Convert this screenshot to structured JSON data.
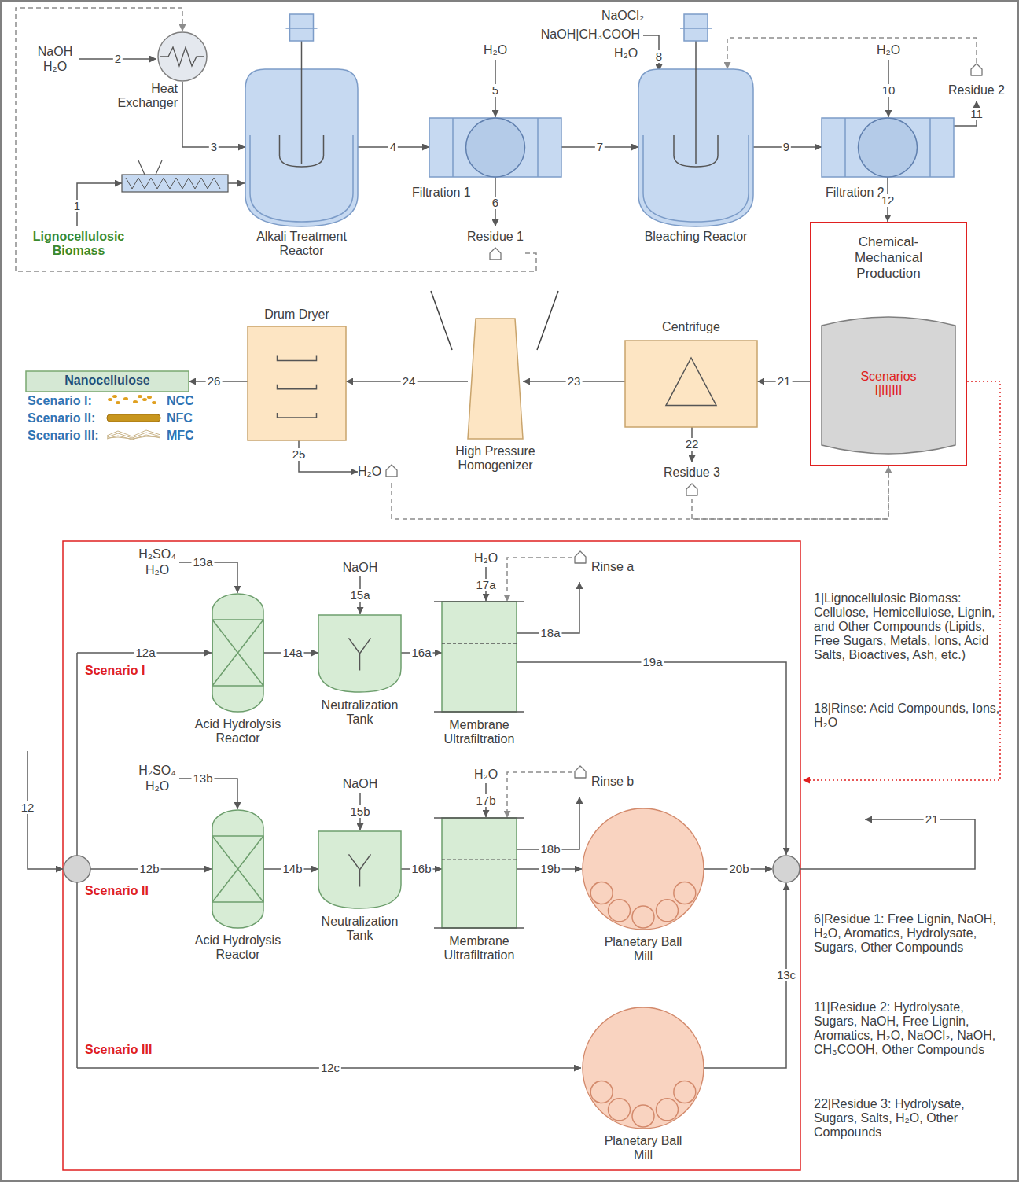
{
  "diagram": {
    "nodes": [
      {
        "text": [
          "Heat Exchanger"
        ]
      },
      {
        "text": [
          "Alkali Treatment Reactor"
        ]
      },
      {
        "text": [
          "Filtration 1"
        ]
      },
      {
        "text": [
          "Residue 1"
        ]
      },
      {
        "text": [
          "Bleaching Reactor"
        ]
      },
      {
        "text": [
          "Filtration 2"
        ]
      },
      {
        "text": [
          "Residue 2"
        ]
      },
      {
        "text": [
          "Chemical- Mechanical Production"
        ]
      },
      {
        "text": [
          "Scenarios I|II|III"
        ],
        "in": 7
      },
      {
        "text": [
          "Centrifuge"
        ]
      },
      {
        "text": [
          "Residue 3"
        ]
      },
      {
        "text": [
          "High Pressure Homogenizer"
        ]
      },
      {
        "text": [
          "Drum Dryer"
        ]
      },
      {
        "text": [
          "H₂O"
        ]
      },
      {
        "text": [
          "Nanocellulose"
        ]
      },
      {
        "text": [
          "Acid Hydrolysis Reactor"
        ]
      },
      {
        "text": [
          "Neutralization Tank"
        ]
      },
      {
        "text": [
          "Membrane Ultrafiltration"
        ]
      },
      {
        "text": [
          "Rinse a"
        ]
      },
      {
        "text": [
          "Acid Hydrolysis Reactor"
        ]
      },
      {
        "text": [
          "Neutralization Tank"
        ]
      },
      {
        "text": [
          "Membrane Ultrafiltration"
        ]
      },
      {
        "text": [
          "Rinse b"
        ]
      },
      {
        "text": [
          "Planetary Ball Mill"
        ]
      },
      {
        "text": [
          "Planetary Ball Mill"
        ]
      }
    ],
    "edges": [
      {
        "from": 0,
        "to": 1,
        "arrow": "to",
        "label": "3"
      },
      {
        "from": 1,
        "to": 2,
        "arrow": "to",
        "label": "4"
      },
      {
        "from": 2,
        "to": 3,
        "arrow": "to",
        "label": "6"
      },
      {
        "from": 2,
        "to": 4,
        "arrow": "to",
        "label": "7"
      },
      {
        "from": 4,
        "to": 5,
        "arrow": "to",
        "label": "9"
      },
      {
        "from": 5,
        "to": 6,
        "arrow": "to",
        "label": "11"
      },
      {
        "from": 5,
        "to": 7,
        "arrow": "to",
        "label": "12"
      },
      {
        "from": 7,
        "to": 9,
        "arrow": "to",
        "label": "21"
      },
      {
        "from": 9,
        "to": 10,
        "arrow": "to",
        "label": "22"
      },
      {
        "from": 9,
        "to": 11,
        "arrow": "to",
        "label": "23"
      },
      {
        "from": 11,
        "to": 12,
        "arrow": "to",
        "label": "24"
      },
      {
        "from": 12,
        "to": 14,
        "arrow": "to",
        "label": "26"
      },
      {
        "from": 12,
        "to": 13,
        "arrow": "to",
        "label": "25"
      },
      {
        "from": 3,
        "to": 0,
        "arrow": "to"
      },
      {
        "from": 6,
        "to": 4,
        "arrow": "to"
      },
      {
        "from": 10,
        "to": 7,
        "arrow": "to"
      },
      {
        "from": 13,
        "to": 7,
        "arrow": "to"
      },
      {
        "from": 15,
        "to": 16,
        "arrow": "to",
        "label": "14a"
      },
      {
        "from": 16,
        "to": 17,
        "arrow": "to",
        "label": "16a"
      },
      {
        "from": 17,
        "to": 18,
        "arrow": "to",
        "label": "18a"
      },
      {
        "from": 18,
        "to": 17,
        "arrow": "to"
      },
      {
        "from": 19,
        "to": 20,
        "arrow": "to",
        "label": "14b"
      },
      {
        "from": 20,
        "to": 21,
        "arrow": "to",
        "label": "16b"
      },
      {
        "from": 21,
        "to": 22,
        "arrow": "to",
        "label": "18b"
      },
      {
        "from": 22,
        "to": 21,
        "arrow": "to"
      },
      {
        "from": 21,
        "to": 23,
        "arrow": "to",
        "label": "19b"
      }
    ],
    "labels": [
      "NaOH",
      "H₂O",
      "2",
      "1",
      "Lignocellulosic Biomass",
      "H₂O",
      "5",
      "NaOCl₂",
      "NaOH|CH₃COOH",
      "H₂O",
      "8",
      "H₂O",
      "10",
      "Scenario I:",
      "NCC",
      "Scenario II:",
      "NFC",
      "Scenario III:",
      "MFC",
      "H₂SO₄",
      "H₂O",
      "13a",
      "NaOH",
      "15a",
      "H₂O",
      "17a",
      "12a",
      "Scenario I",
      "19a",
      "12",
      "12b",
      "Scenario II",
      "H₂SO₄",
      "H₂O",
      "13b",
      "NaOH",
      "15b",
      "H₂O",
      "17b",
      "20b",
      "21",
      "13c",
      "Scenario III",
      "12c",
      "1|Lignocellulosic Biomass: Cellulose, Hemicellulose, Lignin, and Other Compounds (Lipids, Free Sugars, Metals, Ions, Acid Salts, Bioactives, Ash, etc.)",
      "18|Rinse: Acid Compounds, Ions, H₂O",
      "6|Residue 1: Free Lignin, NaOH, H₂O, Aromatics, Hydrolysate, Sugars, Other Compounds",
      "11|Residue 2: Hydrolysate, Sugars, NaOH, Free Lignin, Aromatics, H₂O, NaOCl₂, NaOH, CH₃COOH, Other Compounds",
      "22|Residue 3: Hydrolysate, Sugars, Salts, H₂O, Other Compounds"
    ]
  }
}
